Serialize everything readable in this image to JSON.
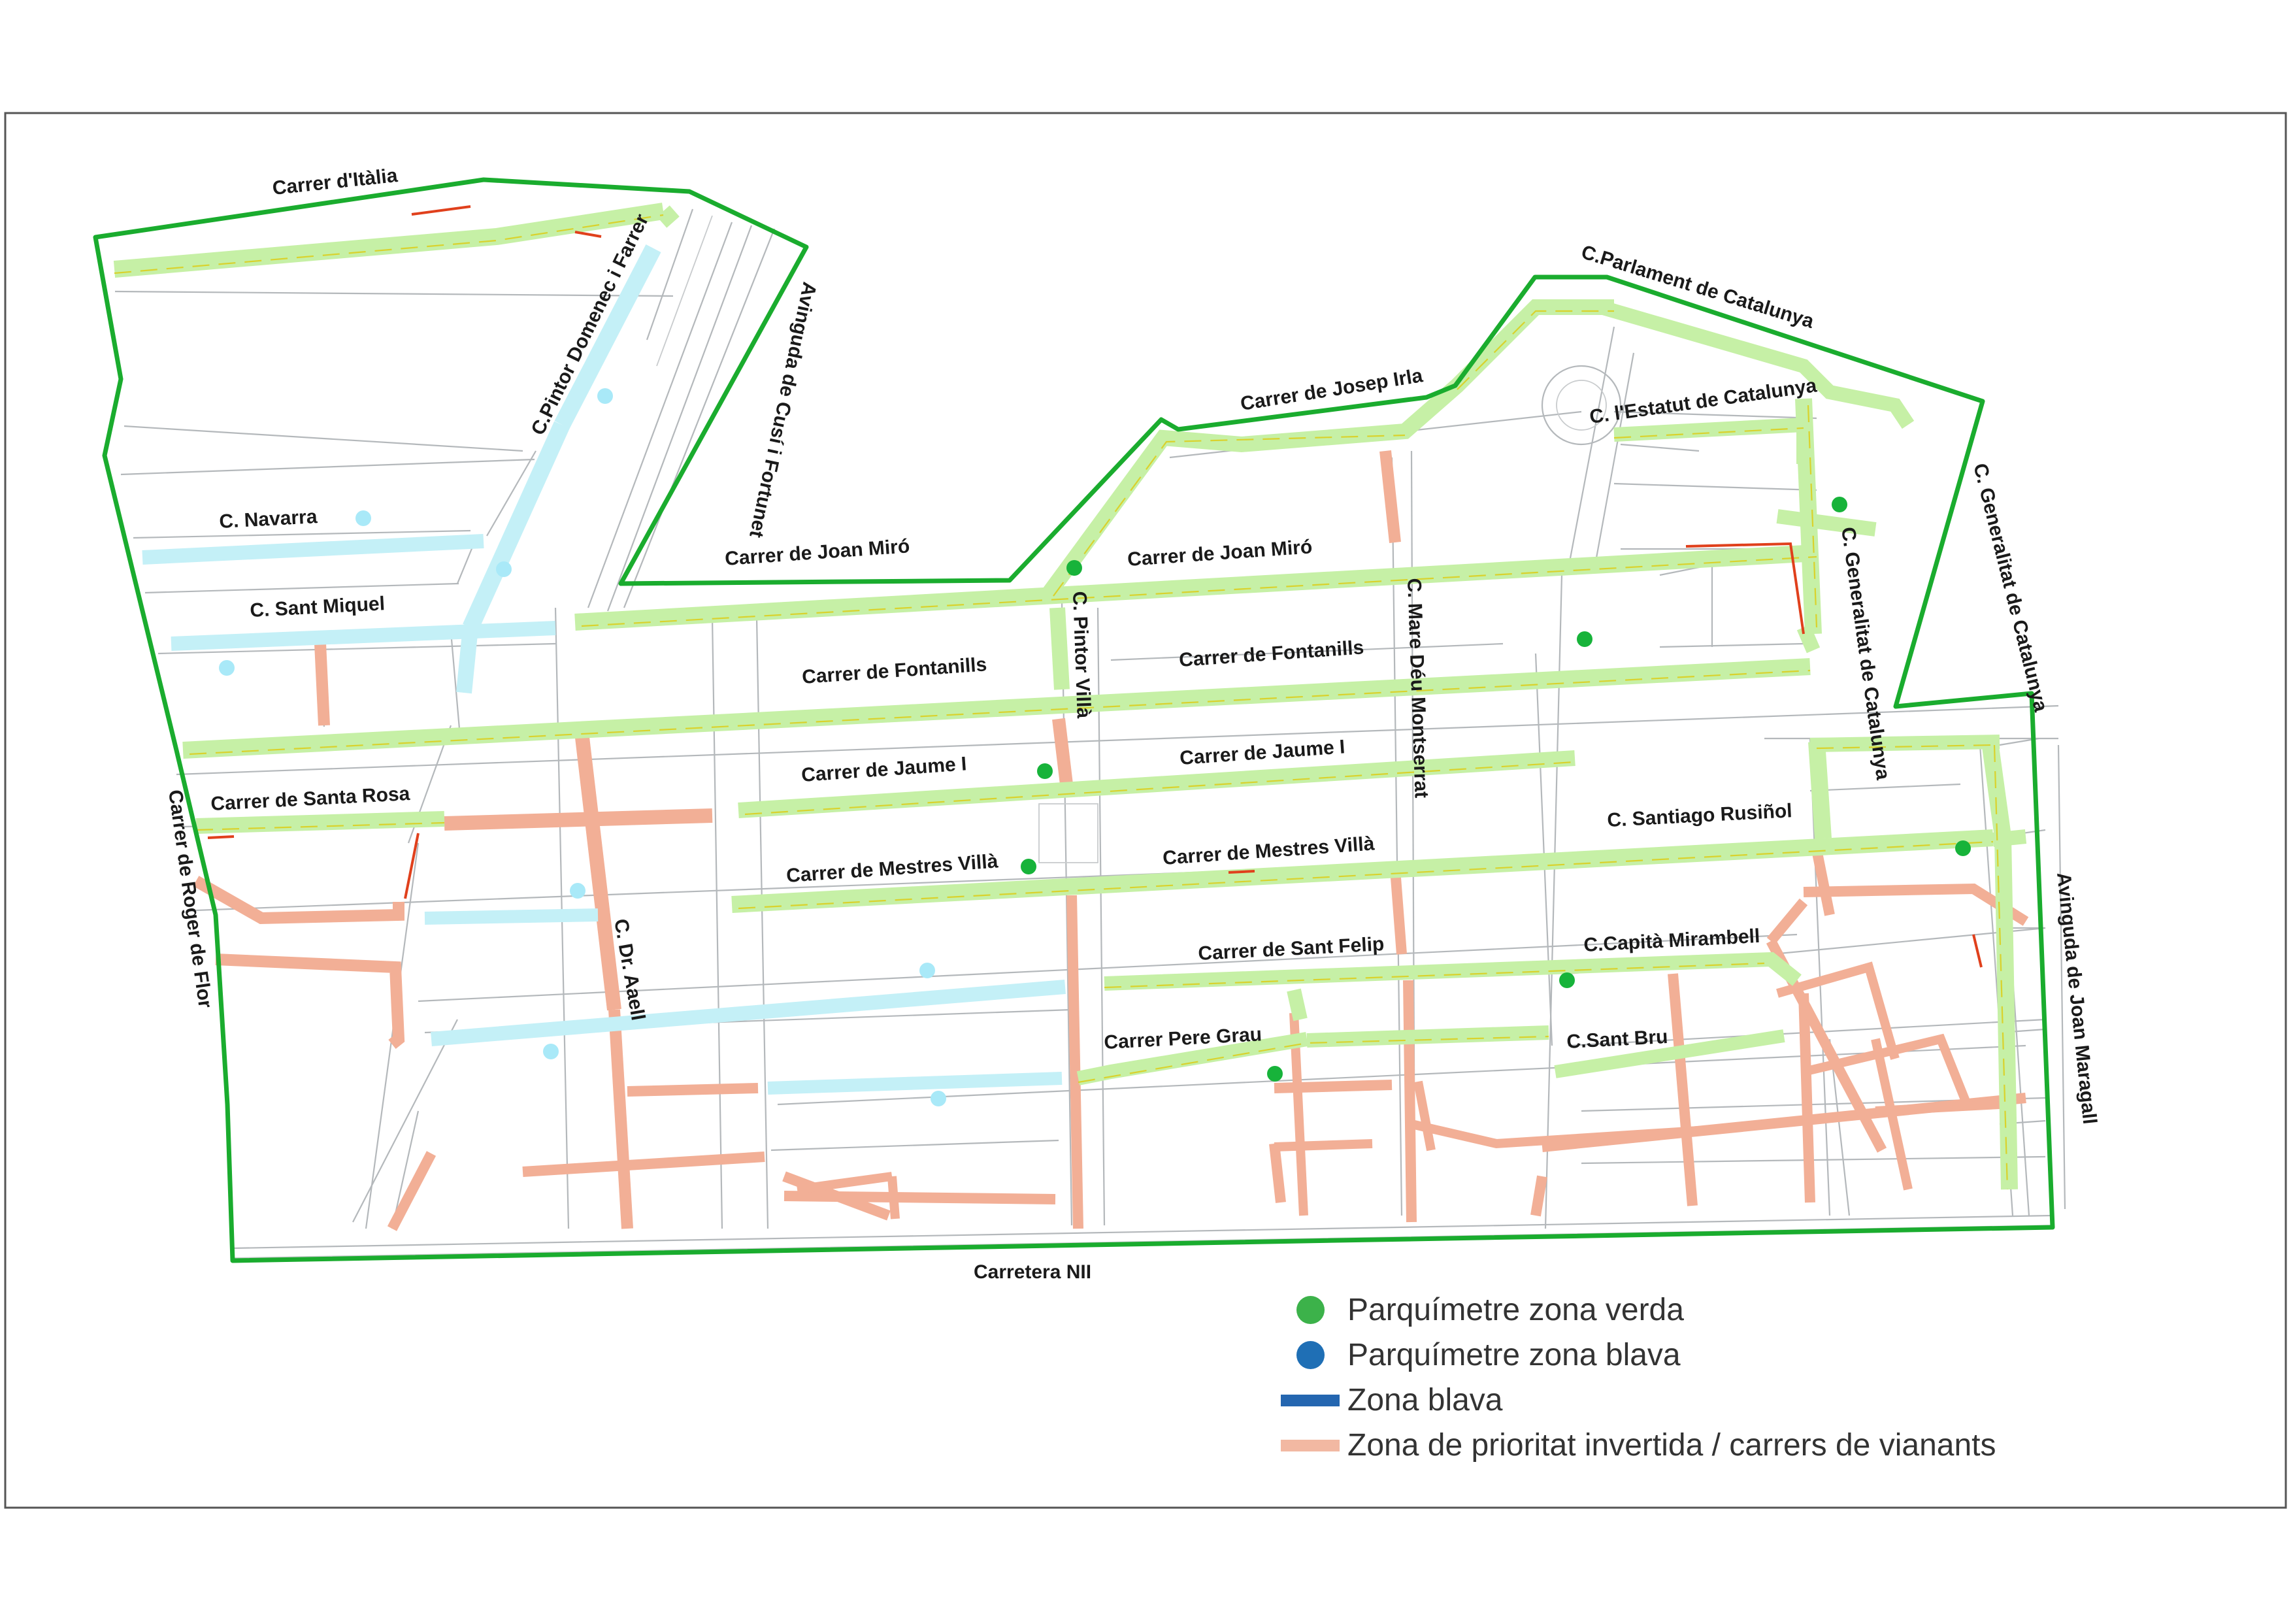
{
  "map": {
    "street_labels": [
      {
        "id": "carrer-ditalia",
        "text": "Carrer d'Itàlia"
      },
      {
        "id": "avinguda-cusi-fortunet",
        "text": "Avinguda de Cusí i Fortunet"
      },
      {
        "id": "c-pintor-domenec-farrer",
        "text": "C.Pintor Domenec i Farrer"
      },
      {
        "id": "c-navarra",
        "text": "C. Navarra"
      },
      {
        "id": "c-sant-miquel",
        "text": "C. Sant Miquel"
      },
      {
        "id": "carrer-joan-miro-west",
        "text": "Carrer de Joan Miró"
      },
      {
        "id": "carrer-josep-irla",
        "text": "Carrer de Josep Irla"
      },
      {
        "id": "c-parlament-catalunya",
        "text": "C.Parlament de Catalunya"
      },
      {
        "id": "c-estatut-catalunya",
        "text": "C. l'Estatut de Catalunya"
      },
      {
        "id": "c-generalitat-catalunya-outer",
        "text": "C. Generalitat de Catalunya"
      },
      {
        "id": "c-generalitat-catalunya-inner",
        "text": "C. Generalitat de Catalunya"
      },
      {
        "id": "carrer-joan-miro-east",
        "text": "Carrer de Joan Miró"
      },
      {
        "id": "c-pintor-villa",
        "text": "C. Pintor Villà"
      },
      {
        "id": "c-mare-deu-montserrat",
        "text": "C. Mare Déu Montserrat"
      },
      {
        "id": "carrer-fontanills-west",
        "text": "Carrer de Fontanills"
      },
      {
        "id": "carrer-fontanills-east",
        "text": "Carrer de Fontanills"
      },
      {
        "id": "carrer-jaume-i-west",
        "text": "Carrer de Jaume I"
      },
      {
        "id": "carrer-jaume-i-east",
        "text": "Carrer de Jaume I"
      },
      {
        "id": "carrer-santa-rosa",
        "text": "Carrer de Santa Rosa"
      },
      {
        "id": "carrer-roger-de-flor",
        "text": "Carrer de Roger de Flor"
      },
      {
        "id": "c-santiago-rusinol",
        "text": "C. Santiago Rusiñol"
      },
      {
        "id": "carrer-mestres-villa-west",
        "text": "Carrer de Mestres Villà"
      },
      {
        "id": "carrer-mestres-villa-east",
        "text": "Carrer de Mestres Villà"
      },
      {
        "id": "c-dr-aaell",
        "text": "C. Dr. Aaell"
      },
      {
        "id": "carrer-sant-felip",
        "text": "Carrer de Sant Felip"
      },
      {
        "id": "c-capita-mirambell",
        "text": "C.Capità Mirambell"
      },
      {
        "id": "carrer-pere-grau",
        "text": "Carrer  Pere Grau"
      },
      {
        "id": "c-sant-bru",
        "text": "C.Sant Bru"
      },
      {
        "id": "avinguda-joan-maragall",
        "text": "Avinguda de Joan Maragall"
      },
      {
        "id": "carretera-nii",
        "text": "Carretera NII"
      }
    ],
    "colors": {
      "boundary": "#1aac2e",
      "zona_verda_street": "#c6f0a6",
      "zona_blava_street": "#c4f0f7",
      "pedestrian_street": "#f2af96",
      "restriction_mark": "#e0401c",
      "parking_meter_green": "#17b33a",
      "parking_meter_blue": "#a9e9f8"
    }
  },
  "legend": {
    "items": [
      {
        "label": "Parquímetre zona verda",
        "symbol": "circle",
        "color": "#3cb24a"
      },
      {
        "label": "Parquímetre zona blava",
        "symbol": "circle",
        "color": "#1f6fb5"
      },
      {
        "label": "Zona blava",
        "symbol": "bar",
        "color": "#2466b0"
      },
      {
        "label": "Zona de prioritat invertida / carrers de vianants",
        "symbol": "bar",
        "color": "#f2b8a2"
      }
    ]
  }
}
